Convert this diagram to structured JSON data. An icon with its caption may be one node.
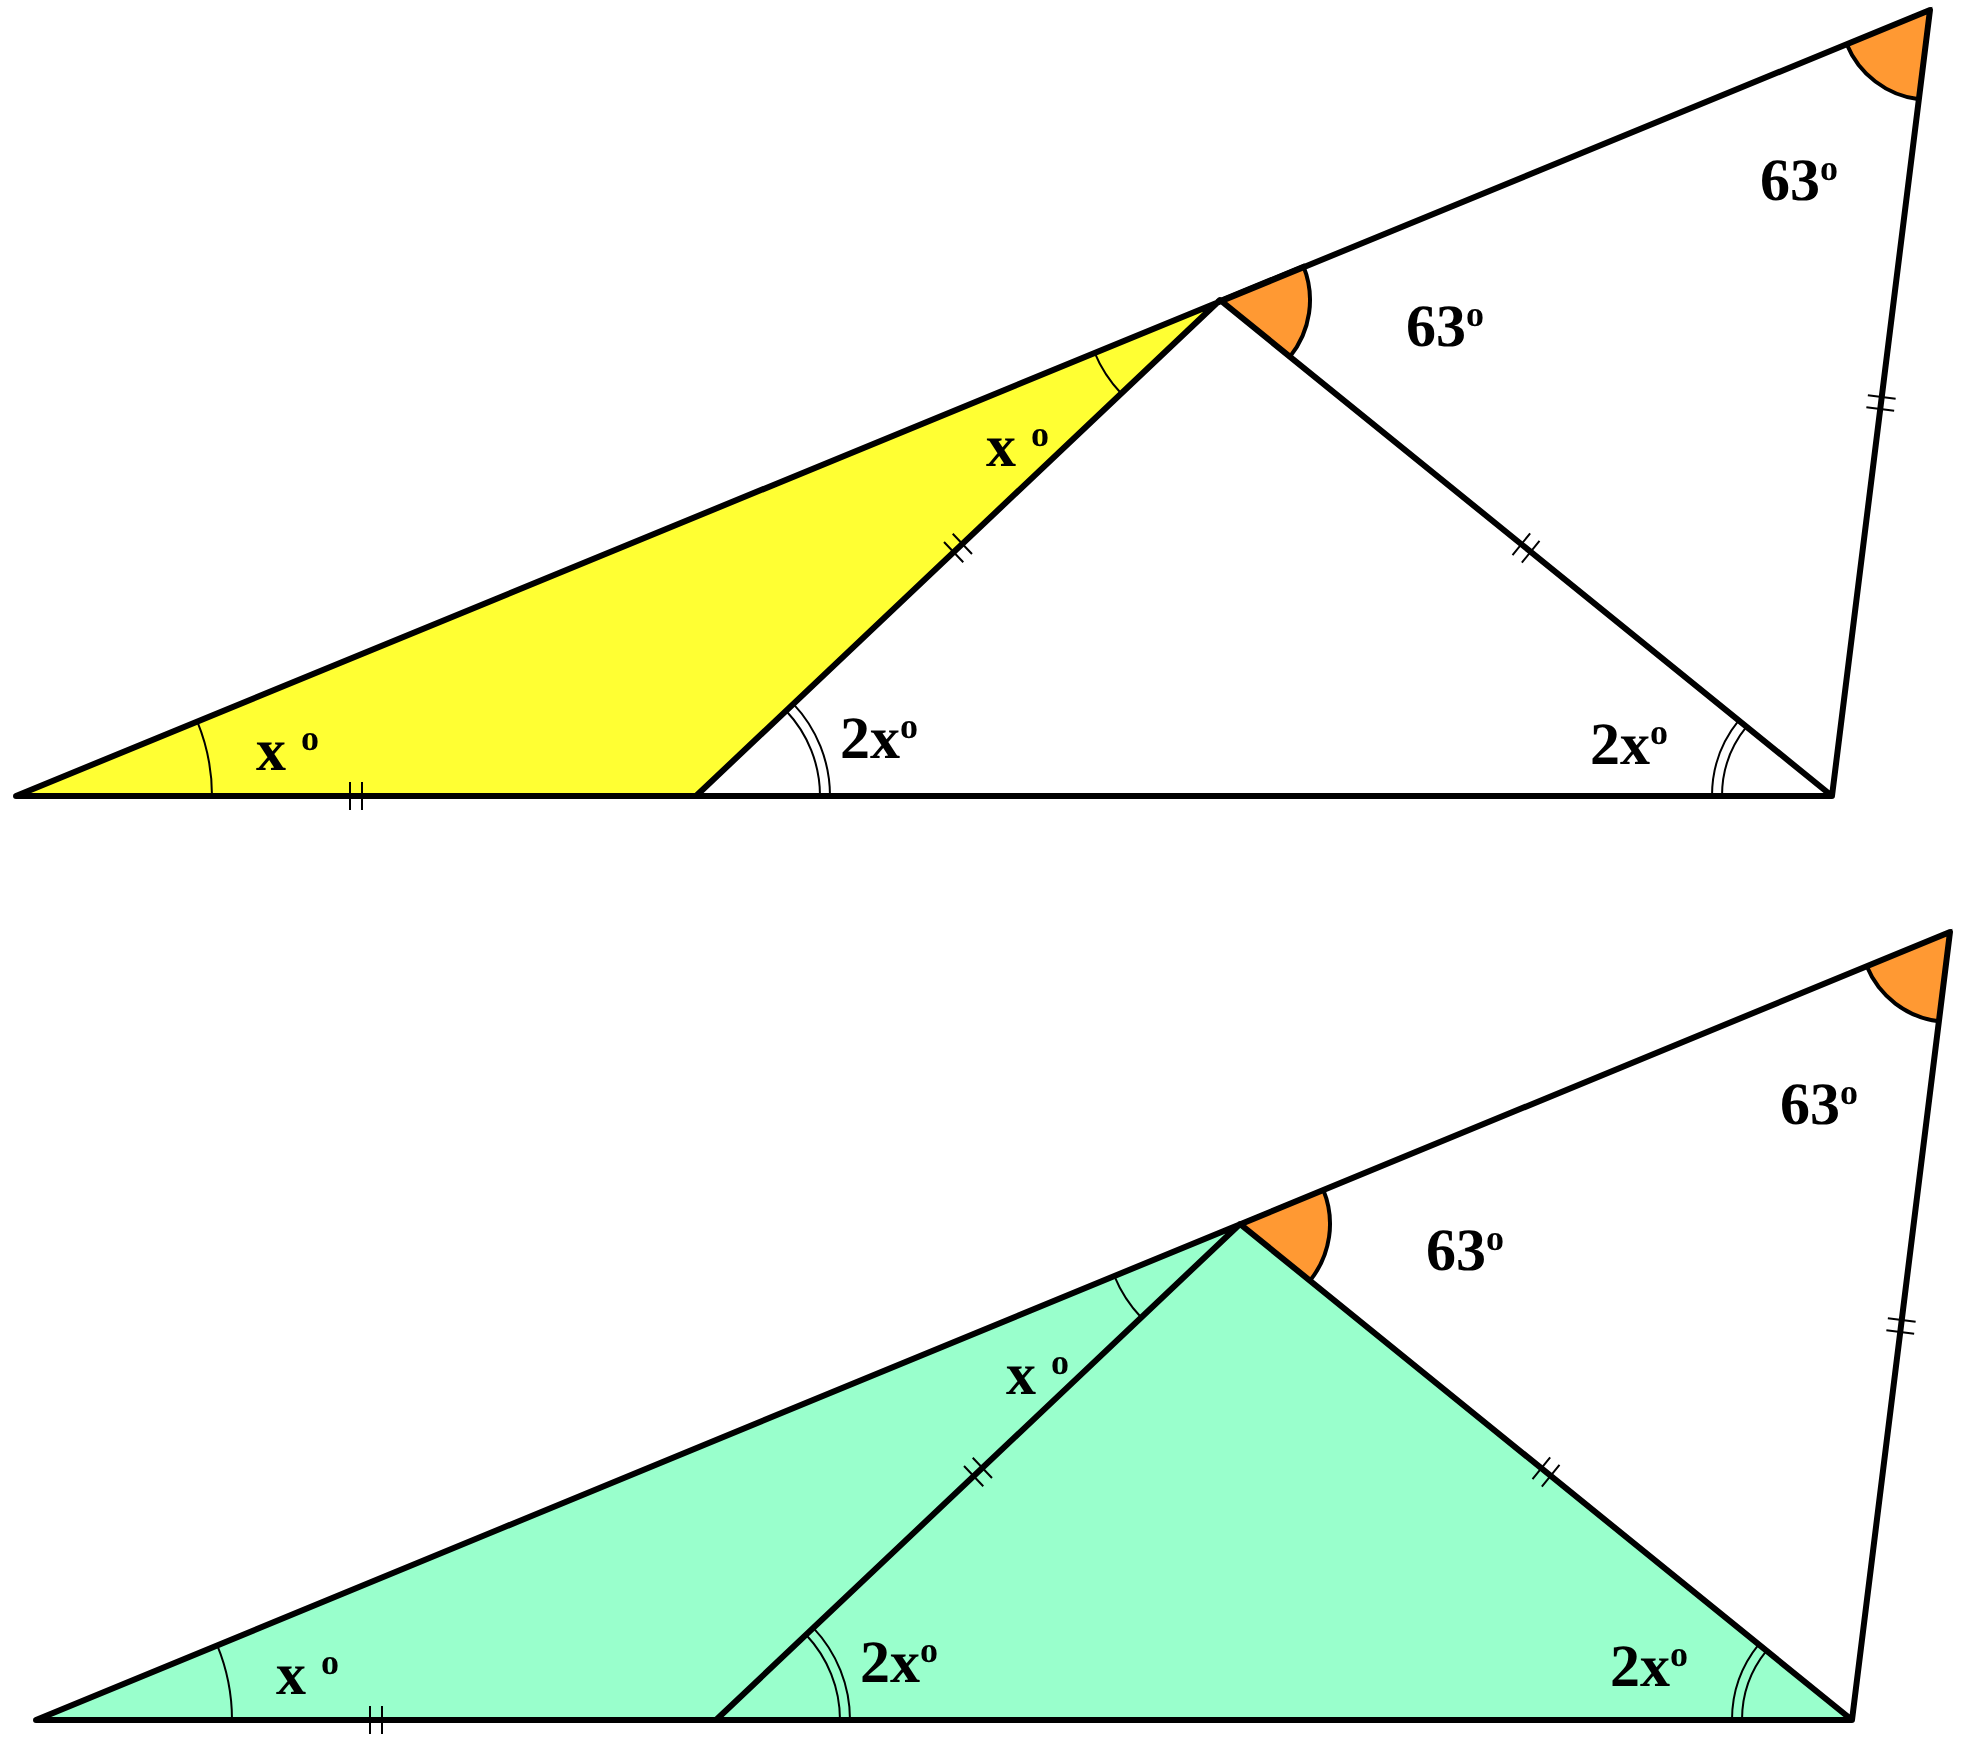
{
  "diagram": {
    "labels": [
      "63$^{o}$",
      "63$^{o}$",
      "x $^{o}$",
      "x $^{o}$",
      "2x$^{o}$",
      "2x$^{o}$",
      "63$^{o}$",
      "63$^{o}$",
      "x $^{o}$",
      "x $^{o}$",
      "2x$^{o}$",
      "2x$^{o}$"
    ]
  }
}
